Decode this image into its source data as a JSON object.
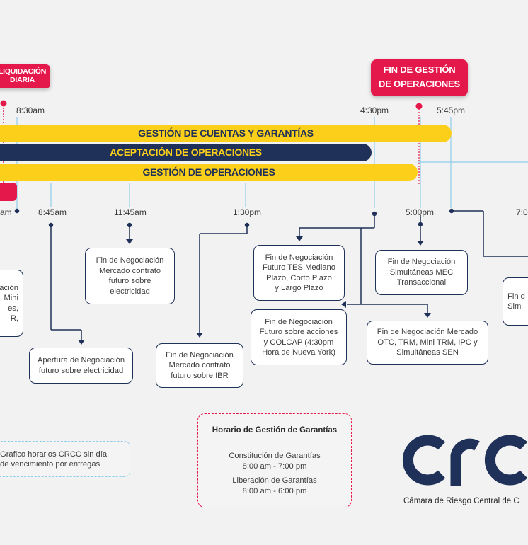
{
  "badges": {
    "liquidacion": "LIQUIDACIÓN\nDIARIA",
    "fin_gestion": "FIN DE GESTIÓN\nDE OPERACIONES"
  },
  "top_times": {
    "t830": "8:30am",
    "t430": "4:30pm",
    "t545": "5:45pm"
  },
  "bars": {
    "gestion_cuentas": "GESTIÓN DE CUENTAS Y GARANTÍAS",
    "aceptacion": "ACEPTACIÓN DE OPERACIONES",
    "gestion_operaciones": "GESTIÓN DE OPERACIONES"
  },
  "bottom_times": {
    "am_cut": "am",
    "t845": "8:45am",
    "t1145": "11:45am",
    "t130": "1:30pm",
    "t500": "5:00pm",
    "t7": "7:0"
  },
  "boxes": {
    "left_cut": "ación\nMini\nes,\nR,",
    "apertura_electricidad": "Apertura de Negociación\nfuturo sobre electricidad",
    "fin_electricidad": "Fin de Negociación\nMercado contrato\nfuturo sobre\nelectricidad",
    "fin_ibr": "Fin de Negociación\nMercado contrato\nfuturo sobre IBR",
    "fin_tes": "Fin de Negociación\nFuturo TES Mediano\nPlazo, Corto Plazo\ny Largo Plazo",
    "fin_acciones": "Fin de Negociación\nFuturo sobre acciones\ny COLCAP (4:30pm\nHora de Nueva York)",
    "fin_mec": "Fin de Negociación\nSimultáneas MEC\nTransaccional",
    "fin_otc": "Fin de Negociación Mercado\nOTC, TRM, Mini TRM, IPC y\nSimultáneas SEN",
    "right_cut": "Fin d\nSim"
  },
  "legend": "Grafico horarios CRCC sin día\nde vencimiento por entregas",
  "garantias": {
    "title": "Horario de Gestión de Garantías",
    "constitucion_label": "Constitución de Garantías",
    "constitucion_hours": "8:00 am - 7:00 pm",
    "liberacion_label": "Liberación de Garantías",
    "liberacion_hours": "8:00 am - 6:00 pm"
  },
  "logo": {
    "text": "crc",
    "subtitle": "Cámara de Riesgo Central de C"
  },
  "colors": {
    "accent_red": "#e5184c",
    "navy": "#1f3158",
    "yellow": "#fccf1a",
    "light_blue": "#8ecdea"
  }
}
